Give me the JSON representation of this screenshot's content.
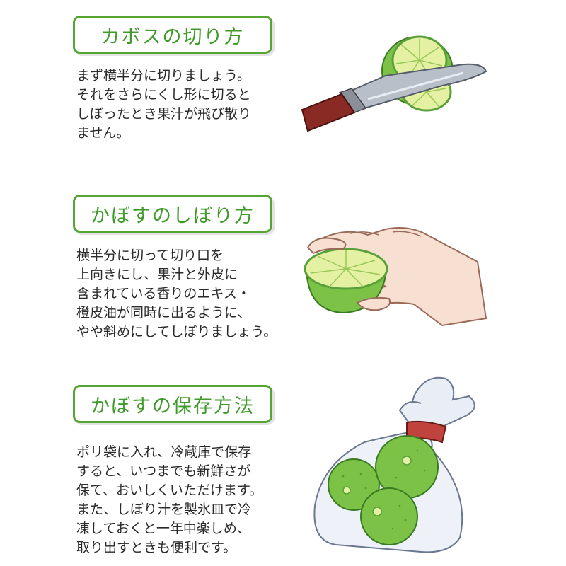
{
  "sections": [
    {
      "title": "カボスの切り方",
      "lines": [
        "まず横半分に切りましょう。",
        "それをさらにくし形に切ると",
        "しぼったとき果汁が飛び散り",
        "ません。"
      ],
      "illustration": "knife-cutting-kabosu-icon"
    },
    {
      "title": "かぼすのしぼり方",
      "lines": [
        "横半分に切って切り口を",
        "上向きにし、果汁と外皮に",
        "含まれている香りのエキス・",
        "橙皮油が同時に出るように、",
        "やや斜めにしてしぼりましょう。"
      ],
      "illustration": "hand-squeezing-kabosu-icon"
    },
    {
      "title": "かぼすの保存方法",
      "lines": [
        "ポリ袋に入れ、冷蔵庫で保存",
        "すると、いつまでも新鮮さが",
        "保て、おいしくいただけます。",
        "また、しぼり汁を製氷皿で冷",
        "凍しておくと一年中楽しめ、",
        "取り出すときも便利です。"
      ],
      "illustration": "kabosu-in-plastic-bag-icon"
    }
  ],
  "colors": {
    "title_border": "#55a535",
    "title_text": "#3f9a2a",
    "body_text": "#2a2a2a",
    "kabosu_peel": "#7cc247",
    "kabosu_flesh": "#e4f0a2",
    "knife_handle": "#8a2a25",
    "bag_band": "#c0443d"
  }
}
